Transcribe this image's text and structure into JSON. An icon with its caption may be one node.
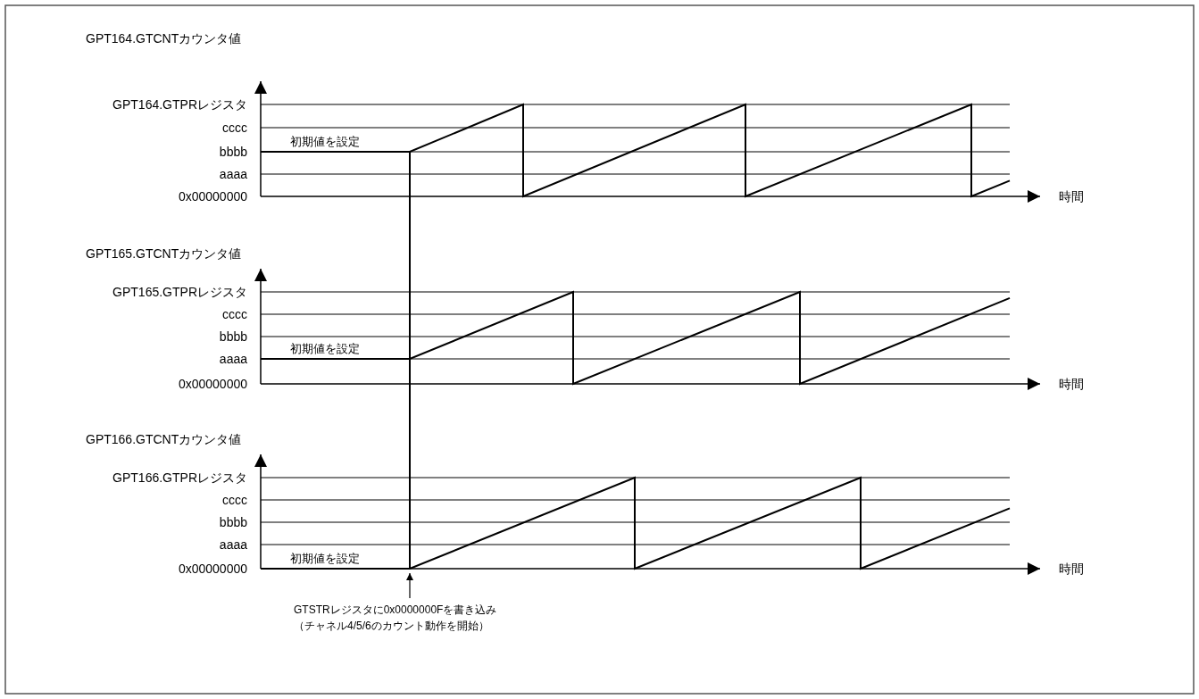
{
  "diagram": {
    "nodes": [
      {
        "text": [
          "GTSTRレジスタに0x0000000Fを書き込み（チャネル4/5/6のカウント動作を開始）"
        ]
      },
      {
        "text": [],
        "shape": "line"
      }
    ],
    "edges": [
      {
        "from": 0,
        "to": 1,
        "arrow": "to"
      }
    ],
    "labels": [
      "GPT164.GTCNTカウンタ値",
      "GPT164.GTPRレジスタ",
      "cccc",
      "bbbb",
      "aaaa",
      "0x00000000",
      "初期値を設定",
      "時間",
      "GPT165.GTCNTカウンタ値",
      "GPT165.GTPRレジスタ",
      "cccc",
      "bbbb",
      "aaaa",
      "0x00000000",
      "初期値を設定",
      "時間",
      "GPT166.GTCNTカウンタ値",
      "GPT166.GTPRレジスタ",
      "cccc",
      "bbbb",
      "aaaa",
      "0x00000000",
      "初期値を設定",
      "時間"
    ]
  }
}
